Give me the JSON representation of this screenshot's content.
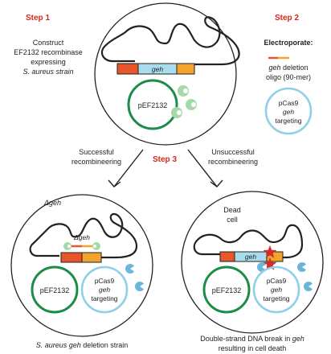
{
  "steps": {
    "step1": "Step 1",
    "step2": "Step 2",
    "step3": "Step 3"
  },
  "step1_text": {
    "line1": "Construct",
    "line2": "EF2132 recombinase",
    "line3": "expressing",
    "line4": "S. aureus strain"
  },
  "top_cell": {
    "gene_label": "geh",
    "plasmid_label": "pEF2132"
  },
  "step2_text": {
    "title": "Electroporate:",
    "oligo_gene": "geh",
    "oligo_rest": " deletion",
    "oligo_line2": "oligo (90-mer)",
    "pcas9_line1": "pCas9",
    "pcas9_line2": "geh",
    "pcas9_line3": "targeting"
  },
  "branches": {
    "left_line1": "Successful",
    "left_line2": "recombineering",
    "right_line1": "Unsuccessful",
    "right_line2": "recombineering"
  },
  "left_cell": {
    "title": "Δgeh",
    "delta_label": "Δgeh",
    "plasmid_label": "pEF2132",
    "pcas9_line1": "pCas9",
    "pcas9_line2": "geh",
    "pcas9_line3": "targeting",
    "caption_italic": "S. aureus geh",
    "caption_rest": " deletion strain"
  },
  "right_cell": {
    "title_line1": "Dead",
    "title_line2": "cell",
    "gene_label": "geh",
    "plasmid_label": "pEF2132",
    "pcas9_line1": "pCas9",
    "pcas9_line2": "geh",
    "pcas9_line3": "targeting",
    "caption_line1_pre": "Double-strand DNA break in ",
    "caption_line1_gene": "geh",
    "caption_line2": "resulting in cell death"
  },
  "colors": {
    "step_red": "#d7261e",
    "gene_blue": "#a9dcec",
    "flank_orange_left": "#e8562a",
    "flank_orange_right": "#f3a42f",
    "plasmid_green": "#1e8c48",
    "pcas9_blue": "#8fcfe8",
    "recombinase_green": "#a5d9a7",
    "cas9_blue": "#6bb7db",
    "star_red": "#d42b2b"
  }
}
